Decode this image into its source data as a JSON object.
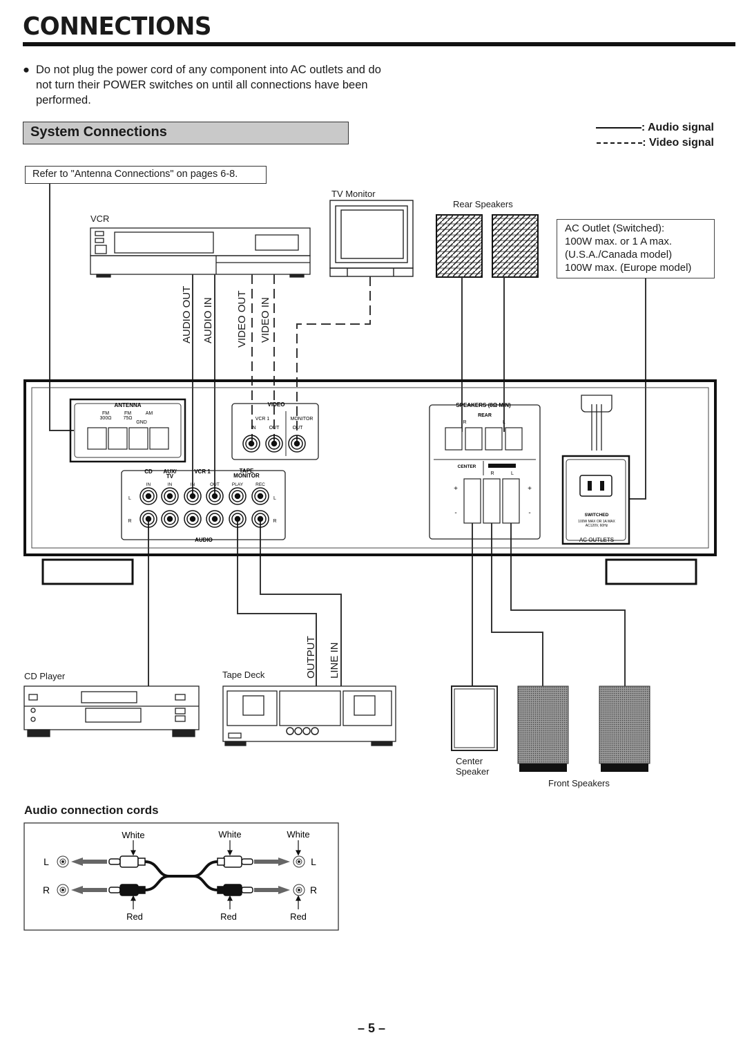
{
  "page": {
    "title": "CONNECTIONS",
    "notice": "Do not plug the power cord of any component into AC outlets and do not turn their POWER switches on until all connections have been performed.",
    "section_title": "System Connections",
    "page_number": "– 5 –"
  },
  "legend": {
    "audio": ": Audio signal",
    "video": ": Video signal"
  },
  "callouts": {
    "antenna_ref": "Refer to \"Antenna Connections\" on pages 6-8.",
    "ac_outlet": [
      "AC Outlet (Switched):",
      "100W max. or 1 A max.",
      "(U.S.A./Canada model)",
      "100W max. (Europe model)"
    ]
  },
  "components": {
    "vcr": "VCR",
    "tv_monitor": "TV Monitor",
    "rear_speakers": "Rear Speakers",
    "cd_player": "CD Player",
    "tape_deck": "Tape Deck",
    "center_speaker_1": "Center",
    "center_speaker_2": "Speaker",
    "front_speakers": "Front Speakers"
  },
  "wire_labels": {
    "audio_out": "AUDIO OUT",
    "audio_in": "AUDIO IN",
    "video_out": "VIDEO OUT",
    "video_in": "VIDEO IN",
    "output": "OUTPUT",
    "line_in": "LINE IN"
  },
  "receiver_panel": {
    "antenna": {
      "title": "ANTENNA",
      "fm300": "FM",
      "fm300_ohm": "300Ω",
      "fm75": "FM",
      "fm75_ohm": "75Ω",
      "am": "AM",
      "gnd": "GND"
    },
    "video": {
      "title": "VIDEO",
      "vcr1": "VCR 1",
      "monitor": "MONITOR",
      "in": "IN",
      "out": "OUT",
      "mon_out": "OUT"
    },
    "audio": {
      "title": "AUDIO",
      "groups": [
        "CD",
        "AUX/",
        "TV",
        "VCR 1",
        "TAPE",
        "MONITOR"
      ],
      "jacks": [
        "IN",
        "IN",
        "IN",
        "OUT",
        "PLAY",
        "REC"
      ],
      "left": "L",
      "right": "R"
    },
    "speakers": {
      "title": "SPEAKERS (8Ω MIN)",
      "rear": "REAR",
      "r": "R",
      "l": "L",
      "center": "CENTER",
      "front_r": "R",
      "front_l": "L",
      "plus": "+",
      "minus": "-"
    },
    "ac_outlets": {
      "switched": "SWITCHED",
      "rating1": "100W MAX OR 1A MAX",
      "rating2": "AC120V, 60Hz",
      "title": "AC OUTLETS"
    }
  },
  "audio_cords": {
    "title": "Audio connection cords",
    "white": "White",
    "red": "Red",
    "l": "L",
    "r": "R"
  }
}
